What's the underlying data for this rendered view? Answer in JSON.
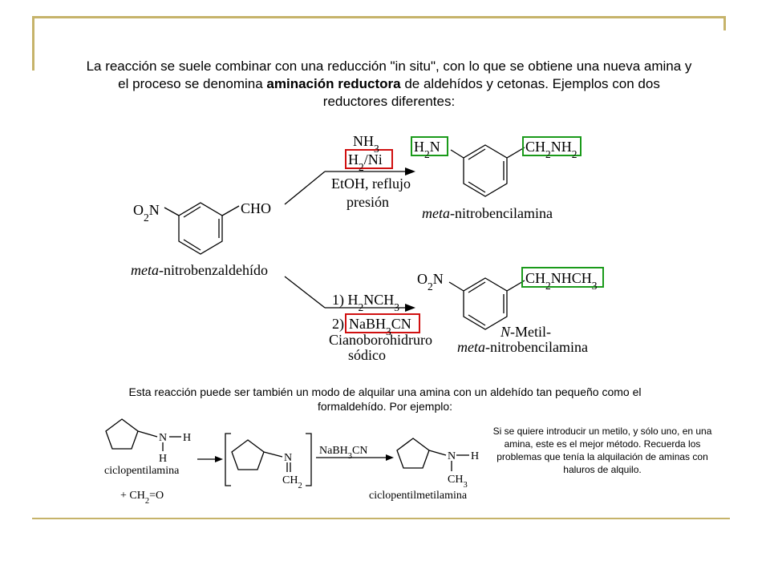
{
  "intro": {
    "part1": "La reacción se suele combinar con una reducción \"in situ\", con lo que se obtiene una nueva amina y el proceso se denomina ",
    "bold": "aminación reductora",
    "part2": " de aldehídos y cetonas.  Ejemplos con dos reductores diferentes:"
  },
  "reaction1": {
    "start_substituent_left": "O2N",
    "start_substituent_right": "CHO",
    "start_name_italic": "meta",
    "start_name_rest": "-nitrobenzaldehído",
    "reagent_top": "NH3",
    "reagent_boxed": "H2/Ni",
    "conditions_line1": "EtOH, reflujo",
    "conditions_line2": "presión",
    "product_left": "H2N",
    "product_right": "CH2NH2",
    "product_name_italic": "meta",
    "product_name_rest": "-nitrobencilamina"
  },
  "reaction2": {
    "step1": "1) H2NCH3",
    "step2_prefix": "2)",
    "reagent_boxed": "NaBH3CN",
    "reagent_name_line1": "Cianoborohidruro",
    "reagent_name_line2": "sódico",
    "product_left": "O2N",
    "product_right": "CH2NHCH3",
    "product_name_line1_italic": "N",
    "product_name_line1_rest": "-Metil-",
    "product_name_line2_italic": "meta",
    "product_name_line2_rest": "-nitrobencilamina"
  },
  "middle_text": "Esta reacción puede ser también un modo de alquilar una amina con un aldehído tan pequeño como el formaldehído. Por ejemplo:",
  "reaction3": {
    "reactant_name": "ciclopentilamina",
    "plus_reagent": "+  CH2=O",
    "reagent": "NaBH3CN",
    "intermediate_sub": "CH2",
    "product_name": "ciclopentilmetilamina",
    "product_methyl": "CH3"
  },
  "note": "Si se quiere introducir un metilo, y sólo uno, en una amina,  este es el mejor método. Recuerda los problemas que tenía la alquilación de aminas con haluros de alquilo.",
  "colors": {
    "frame": "#c6b36a",
    "green_box": "#1a9a1a",
    "red_box": "#d01010"
  }
}
